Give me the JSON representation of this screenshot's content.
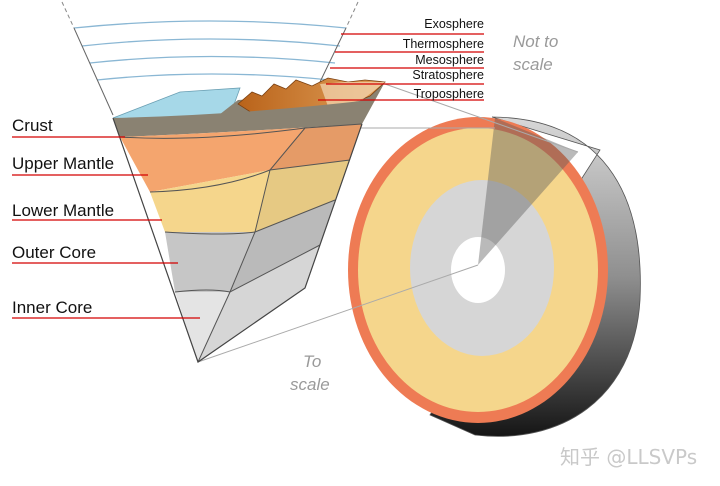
{
  "atmosphere_labels": [
    "Exosphere",
    "Thermosphere",
    "Mesosphere",
    "Stratosphere",
    "Troposphere"
  ],
  "layer_labels": [
    "Crust",
    "Upper Mantle",
    "Lower Mantle",
    "Outer Core",
    "Inner Core"
  ],
  "notes": {
    "not_to_scale_line1": "Not to",
    "not_to_scale_line2": "scale",
    "to_scale_line1": "To",
    "to_scale_line2": "scale"
  },
  "watermark": "知乎 @LLSVPs",
  "colors": {
    "crust": "#8a8272",
    "upper_mantle": "#f4a56e",
    "lower_mantle": "#f5d68c",
    "outer_core": "#c6c6c6",
    "inner_core": "#e4e4e4",
    "ocean": "#a6d8e8",
    "mountains": "#c8731f",
    "leader_line": "#d40000"
  }
}
